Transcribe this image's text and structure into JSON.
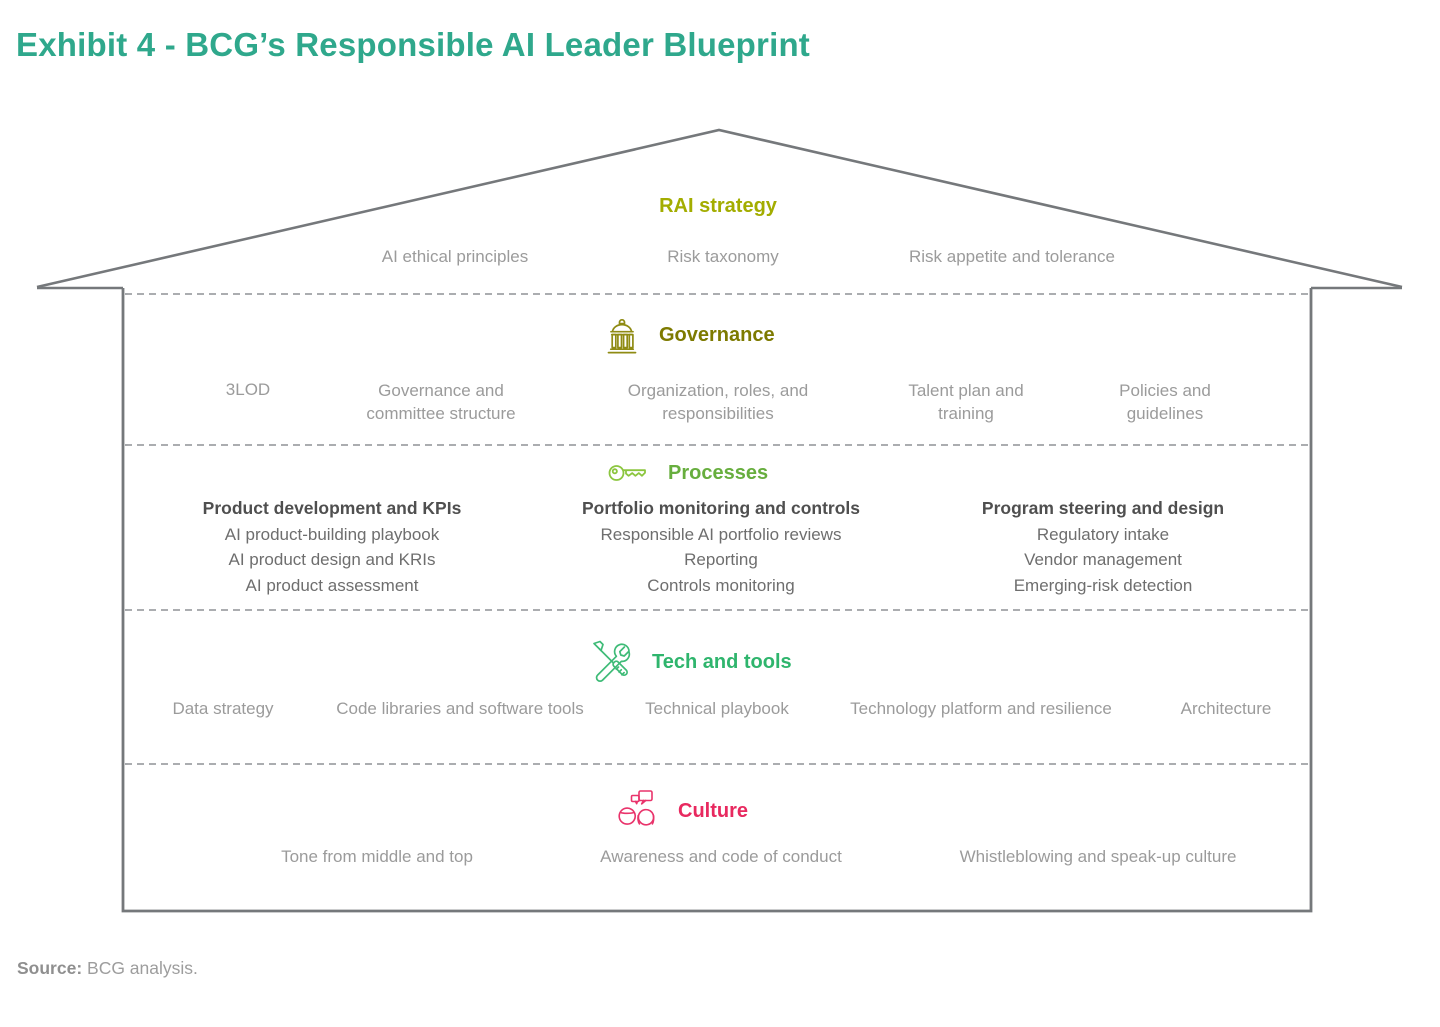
{
  "title": "Exhibit 4 - BCG’s Responsible AI Leader Blueprint",
  "source": {
    "label": "Source:",
    "text": " BCG analysis."
  },
  "colors": {
    "title_teal": "#2FA88C",
    "rai_olive": "#A3AD00",
    "governance_olive": "#7D7A00",
    "processes_green": "#67AE3E",
    "tech_emerald": "#2FB56D",
    "culture_pink": "#E8295F",
    "outline_gray": "#75787B",
    "item_gray": "#9B9B9B"
  },
  "sections": {
    "rai_strategy": {
      "title": "RAI strategy",
      "items": [
        "AI ethical principles",
        "Risk taxonomy",
        "Risk appetite and tolerance"
      ]
    },
    "governance": {
      "title": "Governance",
      "icon": "bank-building-icon",
      "items": [
        "3LOD",
        "Governance and committee structure",
        "Organization, roles, and responsibilities",
        "Talent plan and training",
        "Policies and guidelines"
      ]
    },
    "processes": {
      "title": "Processes",
      "icon": "key-icon",
      "columns": [
        {
          "header": "Product development and KPIs",
          "items": [
            "AI product-building playbook",
            "AI product design and KRIs",
            "AI product assessment"
          ]
        },
        {
          "header": "Portfolio monitoring and controls",
          "items": [
            "Responsible AI portfolio reviews",
            "Reporting",
            "Controls monitoring"
          ]
        },
        {
          "header": "Program steering and design",
          "items": [
            "Regulatory intake",
            "Vendor management",
            "Emerging-risk detection"
          ]
        }
      ]
    },
    "tech_tools": {
      "title": "Tech and tools",
      "icon": "tools-icon",
      "items": [
        "Data strategy",
        "Code libraries and software tools",
        "Technical playbook",
        "Technology platform and resilience",
        "Architecture"
      ]
    },
    "culture": {
      "title": "Culture",
      "icon": "people-talking-icon",
      "items": [
        "Tone from middle and top",
        "Awareness and code of conduct",
        "Whistleblowing and speak-up culture"
      ]
    }
  }
}
